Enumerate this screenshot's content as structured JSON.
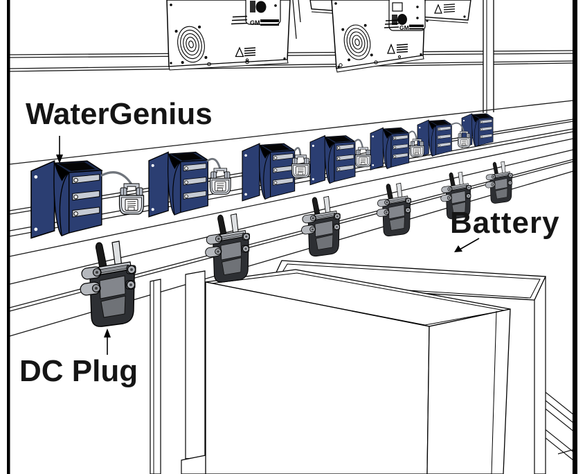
{
  "labels": {
    "watergenius": "WaterGenius",
    "battery": "Battery",
    "dc_plug": "DC Plug"
  },
  "panels": {
    "logo_text": "GM"
  },
  "scene": {
    "watergenius_units": 7,
    "cable_connectors": 6,
    "dc_plugs": 6,
    "batteries": 2,
    "charger_panels": 3
  },
  "colors": {
    "device_blue": "#2b3e72",
    "device_blue_dark": "#1b2847",
    "plug_body": "#2d2f33",
    "metal_gray": "#c9ccd1",
    "outline": "#000000",
    "label_text": "#151515"
  }
}
